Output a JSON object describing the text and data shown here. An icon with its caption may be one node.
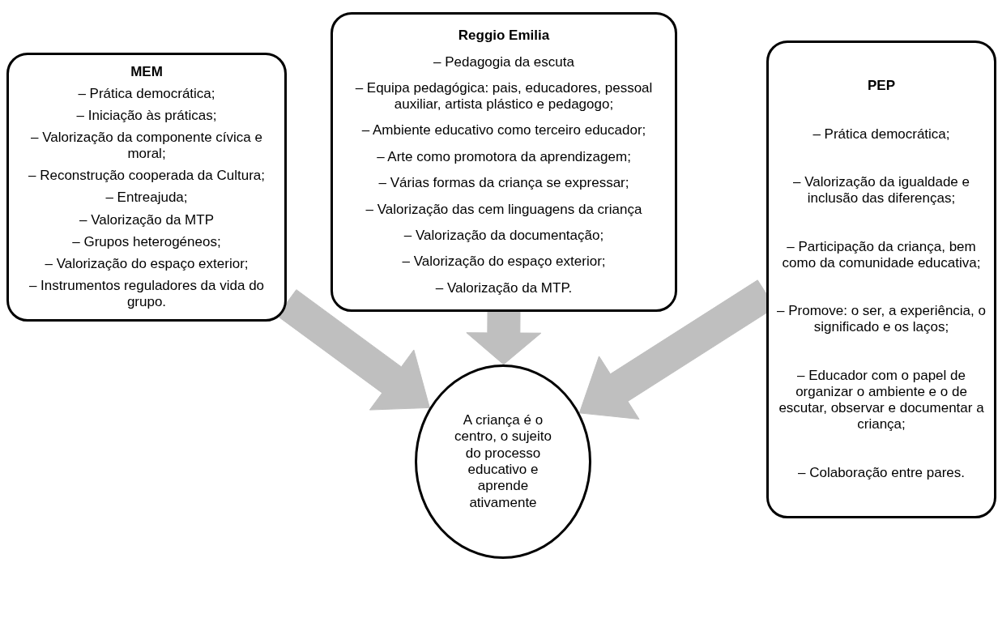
{
  "diagram": {
    "nodes": [
      {
        "text": [
          "MEM",
          "– Prática democrática;",
          "– Iniciação às práticas;",
          "– Valorização da componente cívica e moral;",
          "– Reconstrução cooperada da Cultura;",
          "– Entreajuda;",
          "– Valorização da MTP",
          "– Grupos heterogéneos;",
          "– Valorização do espaço exterior;",
          "– Instrumentos reguladores da vida do grupo."
        ]
      },
      {
        "text": [
          "Reggio Emilia",
          "– Pedagogia da escuta",
          "– Equipa pedagógica: pais, educadores, pessoal auxiliar, artista plástico e pedagogo;",
          "– Ambiente educativo como terceiro educador;",
          "– Arte como promotora da aprendizagem;",
          "– Várias formas da criança se expressar;",
          "– Valorização das cem linguagens da criança",
          "– Valorização da documentação;",
          "– Valorização do espaço exterior;",
          "– Valorização da MTP."
        ]
      },
      {
        "text": [
          "PEP",
          "– Prática democrática;",
          "– Valorização da igualdade e inclusão das diferenças;",
          "– Participação da criança, bem como da comunidade educativa;",
          "– Promove: o ser, a experiência, o significado e os laços;",
          "– Educador com o papel de organizar o ambiente e o de escutar, observar e documentar a criança;",
          "– Colaboração entre pares."
        ]
      },
      {
        "text": [
          "A criança é o centro, o sujeito do processo educativo e aprende ativamente"
        ]
      }
    ],
    "edges": [
      {
        "from": 0,
        "to": 3,
        "arrow": "to",
        "style": "thick",
        "color": "#bfbfbf"
      },
      {
        "from": 1,
        "to": 3,
        "arrow": "to",
        "style": "thick",
        "color": "#bfbfbf"
      },
      {
        "from": 2,
        "to": 3,
        "arrow": "to",
        "style": "thick",
        "color": "#bfbfbf"
      }
    ]
  }
}
